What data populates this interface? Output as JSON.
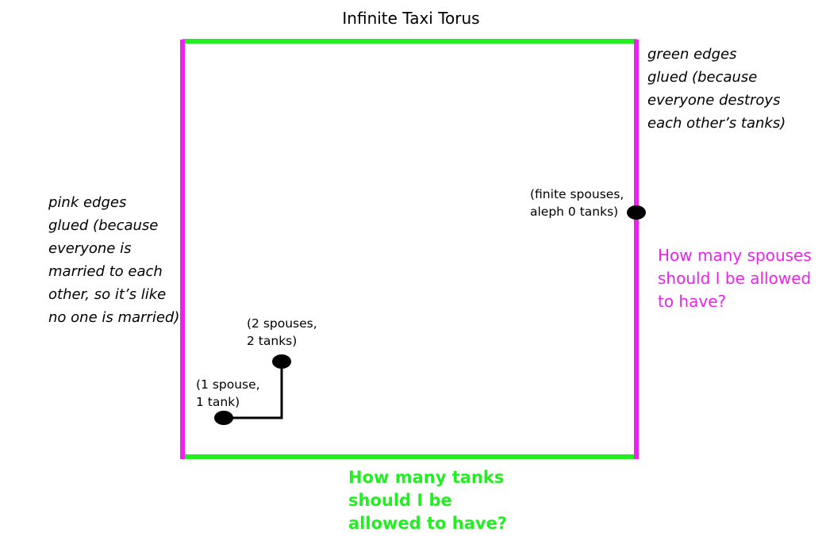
{
  "title": "Infinite Taxi Torus",
  "colors": {
    "pink": "#ee22ee",
    "green": "#22ee22",
    "ink": "#000000"
  },
  "notes": {
    "green_edges": "green edges\nglued (because\neveryone destroys\neach other’s tanks)",
    "pink_edges": "pink edges\nglued (because\neveryone is\nmarried to each\nother, so it’s like\nno one is married)"
  },
  "questions": {
    "spouses": "How many spouses\nshould I be allowed\nto have?",
    "tanks": "How many tanks\nshould I be\nallowed to have?"
  },
  "points": {
    "finite": "(finite spouses,\naleph 0 tanks)",
    "two": "(2 spouses,\n2 tanks)",
    "one": "(1 spouse,\n1 tank)"
  }
}
